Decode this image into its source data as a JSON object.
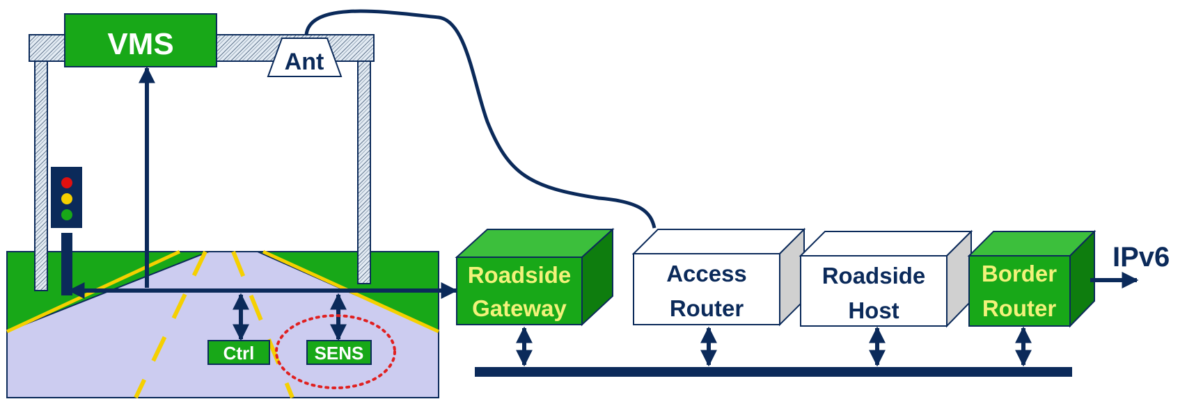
{
  "labels": {
    "vms": "VMS",
    "ant": "Ant",
    "ctrl": "Ctrl",
    "sens": "SENS",
    "roadside_gateway": [
      "Roadside",
      "Gateway"
    ],
    "access_router": [
      "Access",
      "Router"
    ],
    "roadside_host": [
      "Roadside",
      "Host"
    ],
    "border_router": [
      "Border",
      "Router"
    ],
    "ipv6": "IPv6"
  },
  "colors": {
    "green": "#18a818",
    "green_dark": "#0e7d0e",
    "green_top": "#3cbf3c",
    "navy": "#0b2a5a",
    "road": "#ccccf0",
    "lane_yellow": "#f5d000",
    "sens_circle": "#e02020",
    "box_label_yellow": "#f2f27a",
    "gantry_hatch": "#b8c8d8"
  },
  "icons": {
    "traffic_light": "traffic-light-icon",
    "antenna": "antenna-icon"
  }
}
